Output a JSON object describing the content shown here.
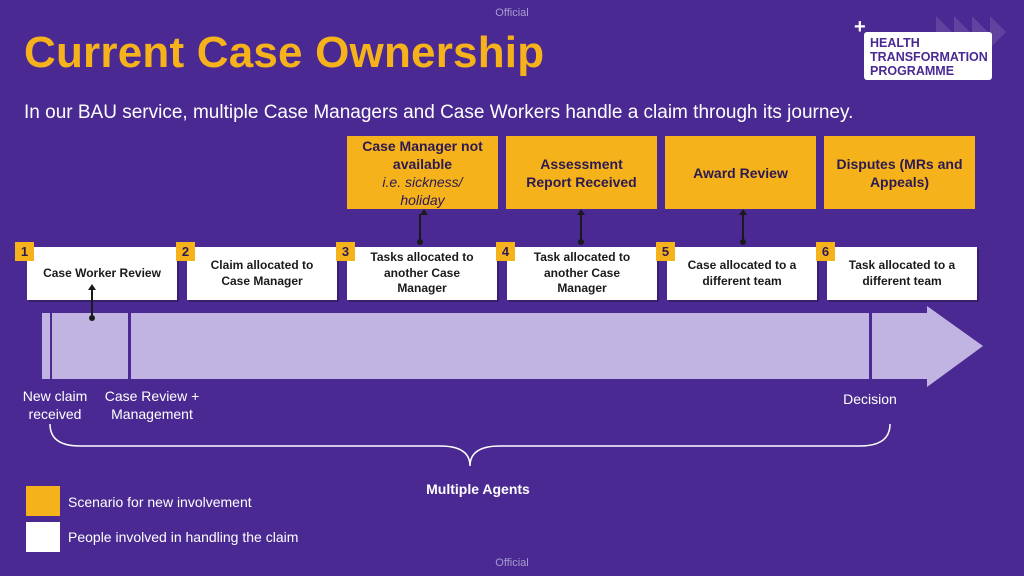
{
  "official_top": "Official",
  "official_bottom": "Official",
  "title": "Current Case Ownership",
  "subtitle": "In our BAU service, multiple Case Managers and Case Workers handle a claim through its journey.",
  "logo": {
    "lines": [
      "HEALTH",
      "TRANSFORMATION",
      "PROGRAMME"
    ]
  },
  "scenarios": [
    {
      "text": "Case Manager not available",
      "italic": "i.e. sickness/ holiday"
    },
    {
      "text": "Assessment Report Received"
    },
    {
      "text": "Award Review"
    },
    {
      "text": "Disputes (MRs and Appeals)"
    }
  ],
  "steps": [
    {
      "number": "1",
      "label": "Case Worker Review"
    },
    {
      "number": "2",
      "label": "Claim allocated to Case Manager"
    },
    {
      "number": "3",
      "label": "Tasks allocated to another Case Manager"
    },
    {
      "number": "4",
      "label": "Task allocated to another Case Manager"
    },
    {
      "number": "5",
      "label": "Case allocated to a different team"
    },
    {
      "number": "6",
      "label": "Task allocated to a different team"
    }
  ],
  "timeline": {
    "new_claim": "New claim received",
    "case_review": "Case Review + Management",
    "decision": "Decision",
    "multiple_agents": "Multiple Agents"
  },
  "legend": [
    {
      "label": "Scenario for new involvement",
      "color": "#f6b21b"
    },
    {
      "label": "People involved in handling the claim",
      "color": "#ffffff"
    }
  ],
  "colors": {
    "background": "#4a2a92",
    "accent": "#f6b21b",
    "timeline": "#c2b4e2"
  }
}
